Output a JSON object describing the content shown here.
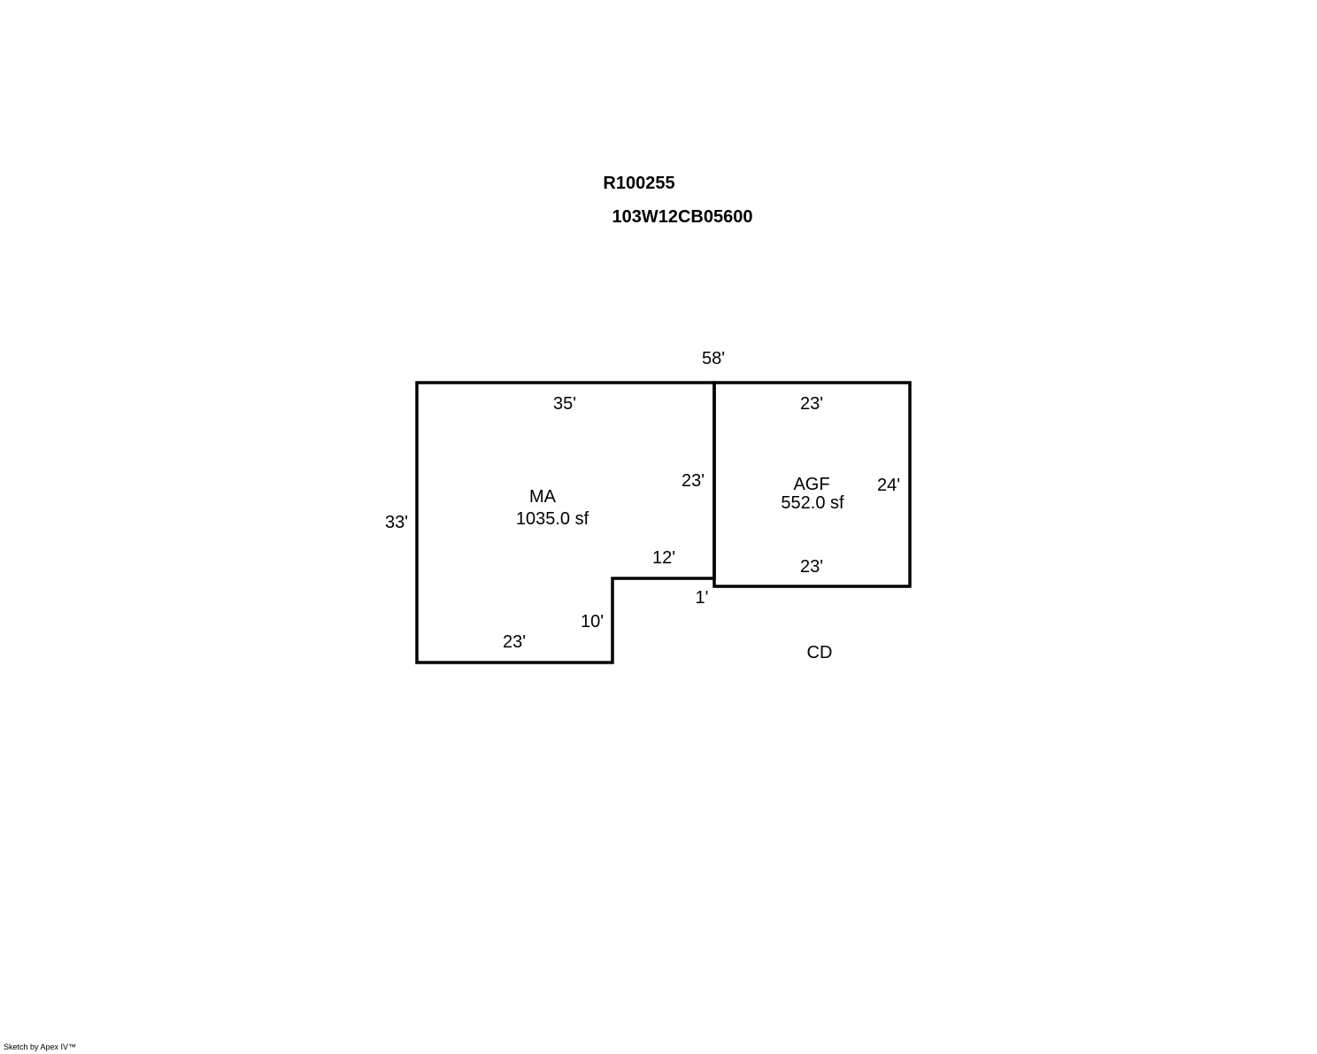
{
  "header": {
    "account_id": "R100255",
    "parcel_id": "103W12CB05600"
  },
  "areas": {
    "ma": {
      "code": "MA",
      "area": "1035.0 sf"
    },
    "agf": {
      "code": "AGF",
      "area": "552.0 sf"
    },
    "cd": {
      "code": "CD"
    }
  },
  "dimensions": {
    "overall_top": "58'",
    "ma_top": "35'",
    "ma_left": "33'",
    "ma_shared_wall": "23'",
    "ma_notch_top": "12'",
    "ma_notch_side": "10'",
    "ma_bottom": "23'",
    "offset": "1'",
    "agf_top": "23'",
    "agf_right": "24'",
    "agf_bottom": "23'"
  },
  "footer": {
    "credit": "Sketch by Apex IV™"
  },
  "colors": {
    "line": "#000000",
    "background": "#ffffff"
  }
}
